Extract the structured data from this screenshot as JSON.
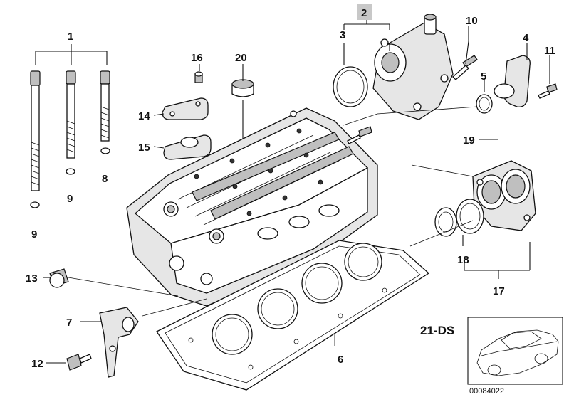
{
  "callouts": {
    "c1": "1",
    "c2": "2",
    "c3": "3",
    "c4": "4",
    "c5": "5",
    "c6": "6",
    "c7": "7",
    "c8": "8",
    "c9a": "9",
    "c9b": "9",
    "c10": "10",
    "c11": "11",
    "c12": "12",
    "c13": "13",
    "c14": "14",
    "c15": "15",
    "c16": "16",
    "c17": "17",
    "c18": "18",
    "c19": "19",
    "c20": "20"
  },
  "inset": {
    "label": "21-DS"
  },
  "diagram_id": "00084022"
}
